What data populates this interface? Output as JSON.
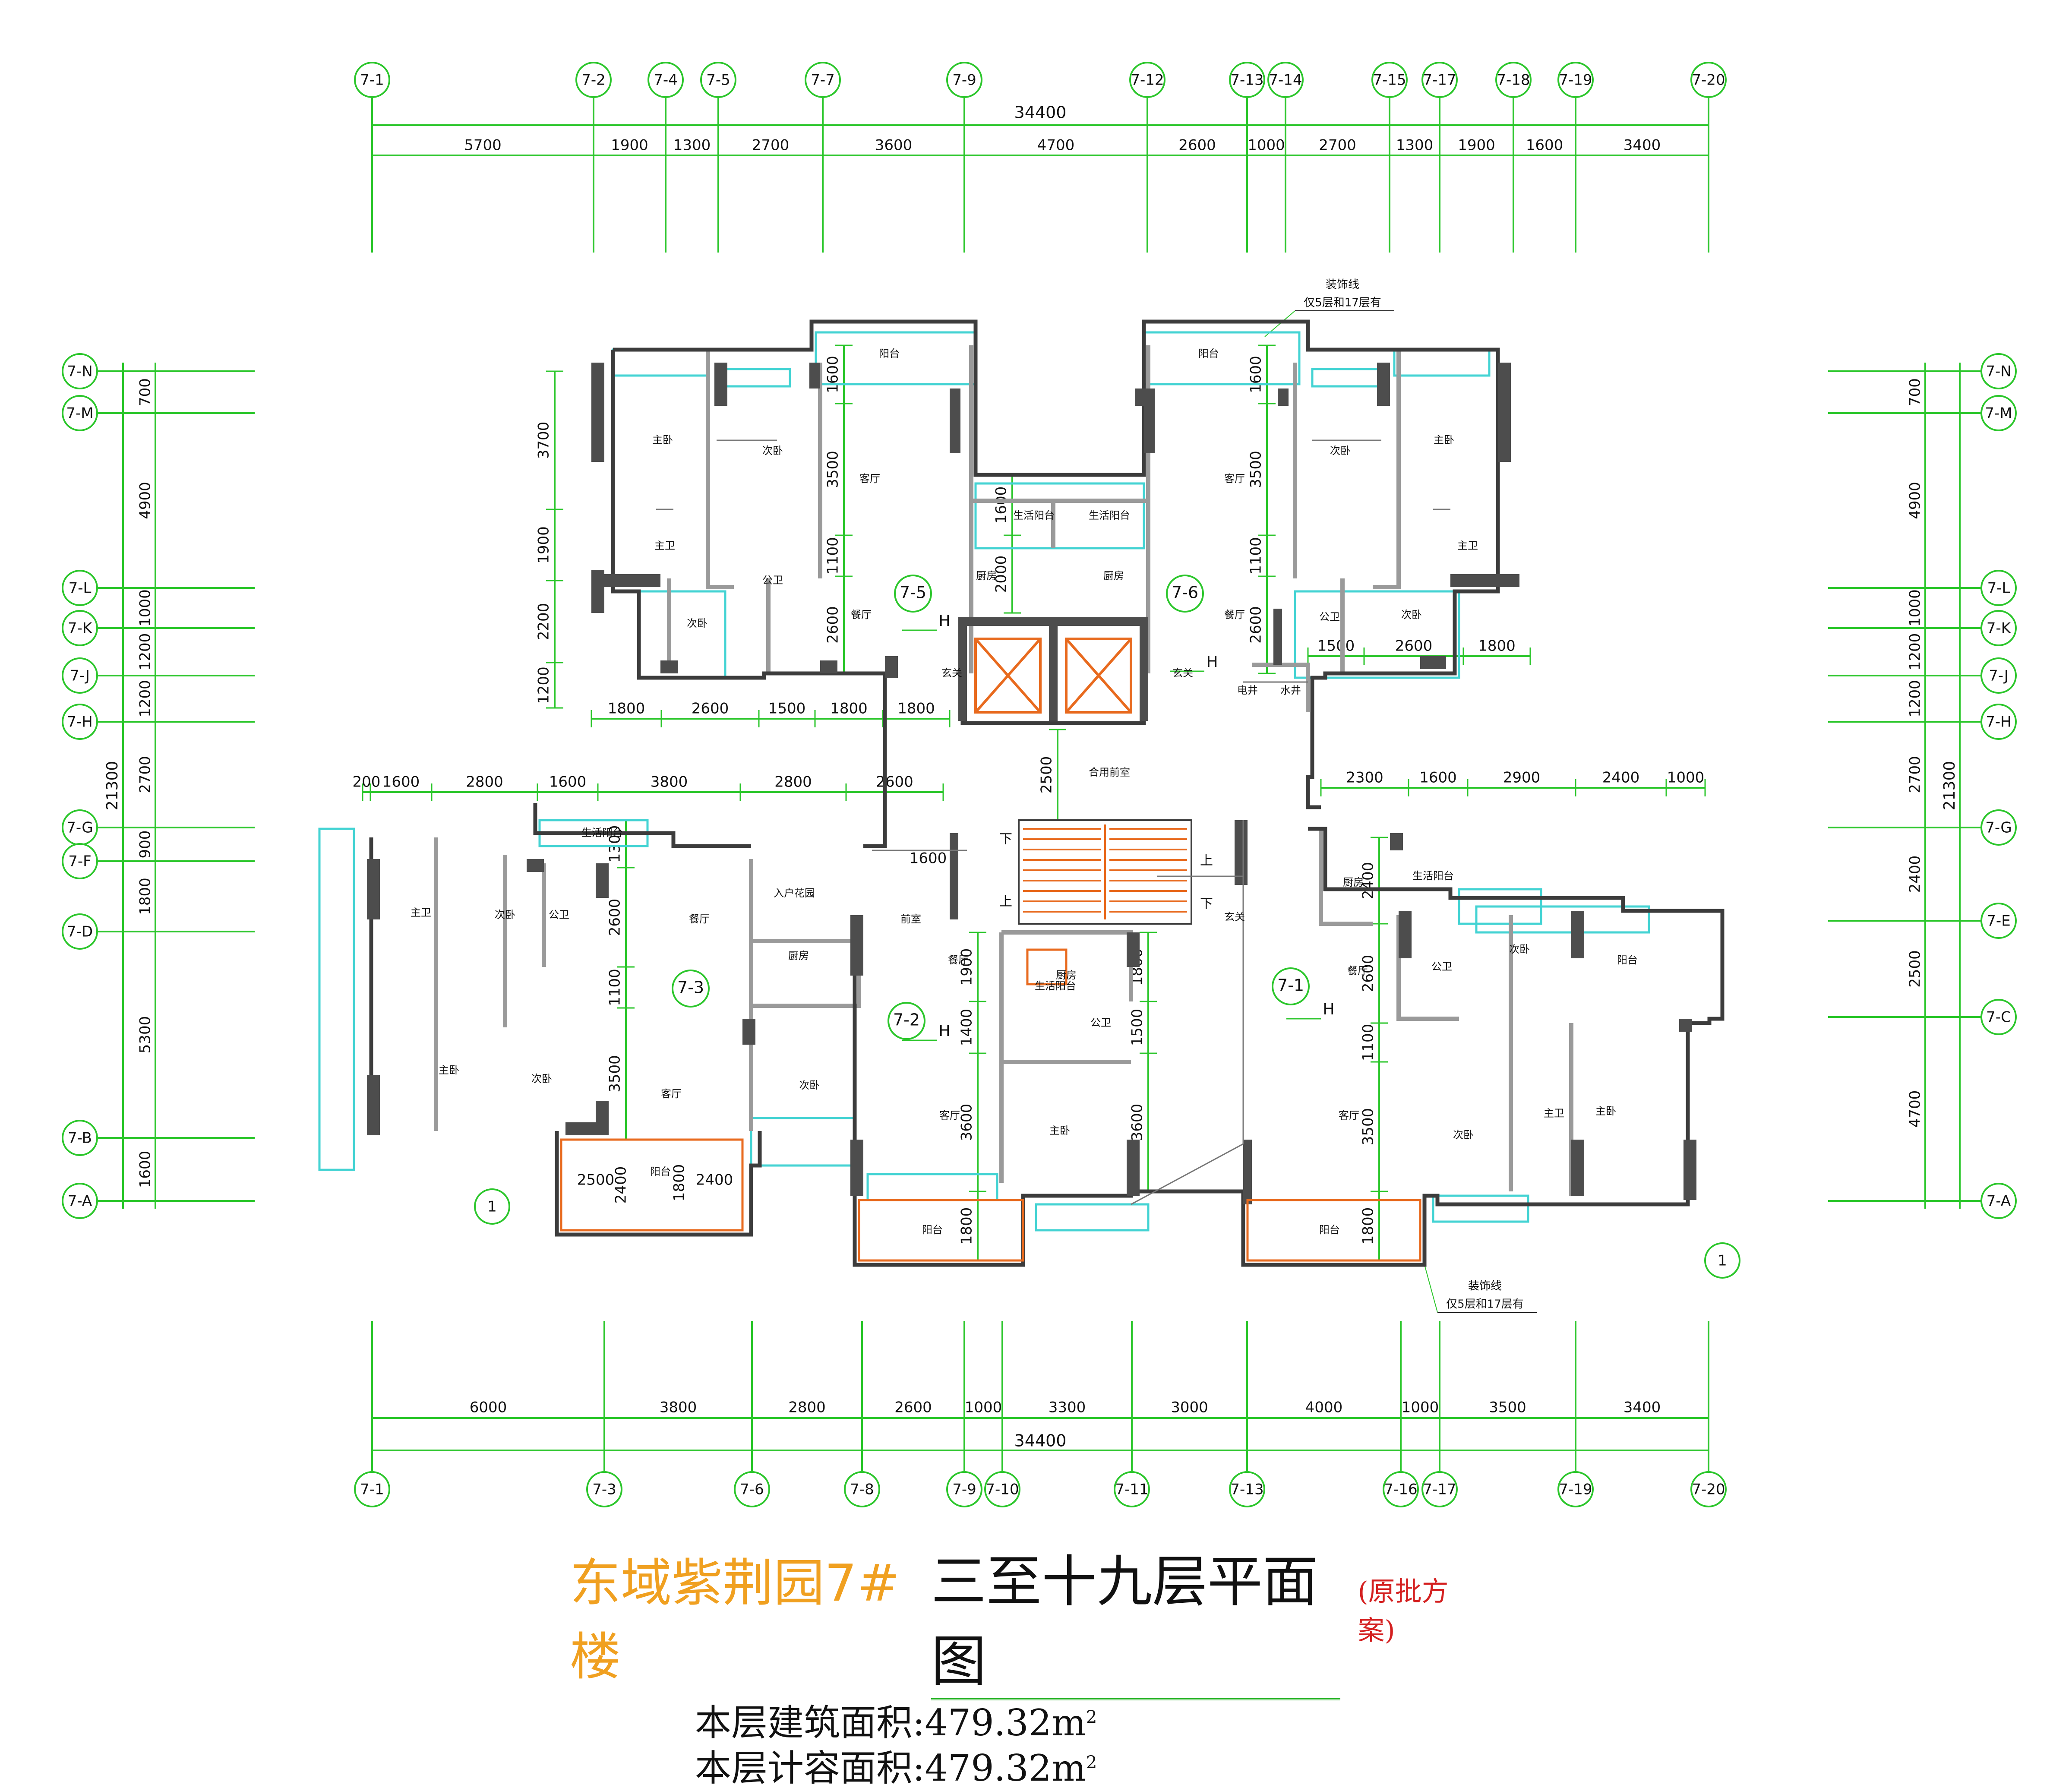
{
  "colors": {
    "dim_line": "#2bc62b",
    "wall_dark": "#3c3c3c",
    "wall_gray": "#9a9a9a",
    "window": "#43d3d3",
    "stair_orange": "#e86a1e",
    "balcony_orange": "#e86a1e",
    "project_title": "#f0a020",
    "note_red": "#d42020",
    "purple": "#c53dc5"
  },
  "axes": {
    "top_labels": [
      "7-1",
      "7-2",
      "7-4",
      "7-5",
      "7-7",
      "7-9",
      "7-12",
      "7-13",
      "7-14",
      "7-15",
      "7-17",
      "7-18",
      "7-19",
      "7-20"
    ],
    "top_total": "34400",
    "top_dims": [
      "5700",
      "1900",
      "1300",
      "2700",
      "3600",
      "4700",
      "2600",
      "1000",
      "2700",
      "1300",
      "1900",
      "1600",
      "3400"
    ],
    "bottom_labels": [
      "7-1",
      "7-3",
      "7-6",
      "7-8",
      "7-9",
      "7-10",
      "7-11",
      "7-13",
      "7-16",
      "7-17",
      "7-19",
      "7-20"
    ],
    "bottom_total": "34400",
    "bottom_dims": [
      "6000",
      "3800",
      "2800",
      "2600",
      "1000",
      "3300",
      "3000",
      "4000",
      "1000",
      "3500",
      "3400"
    ],
    "left_labels": [
      "7-N",
      "7-M",
      "7-L",
      "7-K",
      "7-J",
      "7-H",
      "7-G",
      "7-F",
      "7-D",
      "7-B",
      "7-A"
    ],
    "left_dims": [
      "700",
      "4900",
      "1000",
      "1200",
      "1200",
      "2700",
      "900",
      "1800",
      "5300",
      "1600"
    ],
    "left_total": "21300",
    "right_labels": [
      "7-N",
      "7-M",
      "7-L",
      "7-K",
      "7-J",
      "7-H",
      "7-G",
      "7-E",
      "7-C",
      "7-A"
    ],
    "right_dims": [
      "700",
      "4900",
      "1000",
      "1200",
      "1200",
      "2700",
      "2400",
      "2500",
      "4700"
    ],
    "right_total": "21300"
  },
  "rooms": {
    "master_bedroom": "主卧",
    "second_bedroom": "次卧",
    "living_room": "客厅",
    "dining_room": "餐厅",
    "kitchen": "厨房",
    "master_bath": "主卫",
    "public_bath": "公卫",
    "balcony": "阳台",
    "service_balcony": "生活阳台",
    "foyer": "玄关",
    "entry_garden": "入户花园",
    "front_room": "前室",
    "shared_front_room": "合用前室",
    "electric_shaft": "电井",
    "water_shaft": "水井"
  },
  "unit_tags": [
    "7-5",
    "7-6",
    "7-3",
    "7-2",
    "7-1"
  ],
  "interior_dims": {
    "upper_left_row": [
      "1800",
      "2600",
      "1500",
      "1800",
      "1800"
    ],
    "upper_right_row": [
      "1500",
      "2600",
      "1800"
    ],
    "mid_left_row": [
      "200",
      "1600",
      "2800",
      "1600",
      "3800",
      "2800",
      "2600"
    ],
    "mid_right_row": [
      "2300",
      "1600",
      "2900",
      "2400",
      "1000"
    ],
    "left_vertical": [
      "3700",
      "1900",
      "2200",
      "1200"
    ],
    "u5_vertical": [
      "1600",
      "3500",
      "1100",
      "2600"
    ],
    "u5_shaft_vertical": [
      "1600",
      "2000"
    ],
    "u6_vertical": [
      "1600",
      "3500",
      "1100",
      "2600"
    ],
    "center_vertical": [
      "2500"
    ],
    "front_room_dim": "1600",
    "u3_vertical": [
      "1300",
      "2600",
      "1100",
      "3500"
    ],
    "u3_balcony": [
      "2500",
      "2400",
      "1800",
      "2400"
    ],
    "u2_vertical": [
      "1900",
      "1400",
      "3600",
      "1800"
    ],
    "u2_right_vertical": [
      "1800",
      "1500",
      "3600"
    ],
    "u1_vertical": [
      "2400",
      "2600",
      "1100",
      "3500",
      "1800"
    ]
  },
  "section_marks": [
    "1",
    "1"
  ],
  "notes": {
    "decor_line": "装饰线",
    "decor_floors": "仅5层和17层有"
  },
  "elevator_marks": [
    "上",
    "下",
    "上",
    "下"
  ],
  "h_marks": [
    "H",
    "H",
    "H",
    "H"
  ],
  "title": {
    "project": "东域紫荆园7#楼",
    "plan": "三至十九层平面图",
    "note": "(原批方案)",
    "floor_area_label": "本层建筑面积:479.32m",
    "floor_area_sup": "2",
    "far_area_label": "本层计容面积:479.32m",
    "far_area_sup": "2"
  }
}
